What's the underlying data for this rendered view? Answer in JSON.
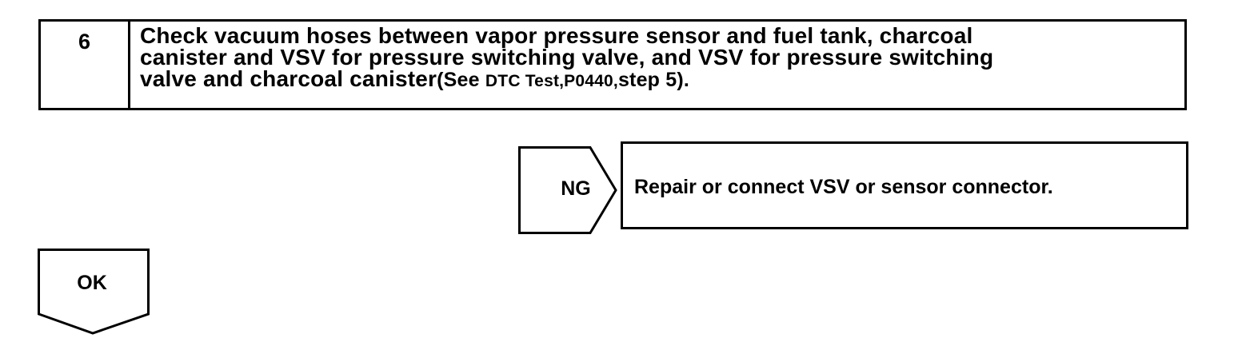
{
  "step": {
    "number": "6",
    "line1": "Check vacuum hoses between vapor pressure sensor and fuel tank, charcoal",
    "line2": "canister and VSV for pressure switching valve, and VSV for pressure switching",
    "line3": "valve and charcoal canister",
    "ref_open": "(See",
    "ref_mid": "DTC Test,P0440,",
    "ref_close": "step 5)."
  },
  "ng": {
    "label": "NG",
    "action": "Repair or connect VSV or sensor connector."
  },
  "ok": {
    "label": "OK"
  }
}
